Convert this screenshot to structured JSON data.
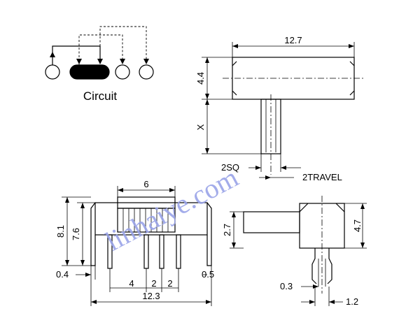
{
  "circuit": {
    "caption": "Circuit"
  },
  "top_view": {
    "width": "12.7",
    "height": "4.4",
    "x": "X",
    "sq": "2SQ",
    "travel": "2TRAVEL"
  },
  "front_view": {
    "six": "6",
    "h81": "8.1",
    "h76": "7.6",
    "d04": "0.4",
    "d05": "0.5",
    "d4": "4",
    "d2a": "2",
    "d2b": "2",
    "d123": "12.3"
  },
  "side_view": {
    "h27": "2.7",
    "h47": "4.7",
    "d03": "0.3",
    "d12": "1.2"
  },
  "watermark": "linhaiye.com"
}
